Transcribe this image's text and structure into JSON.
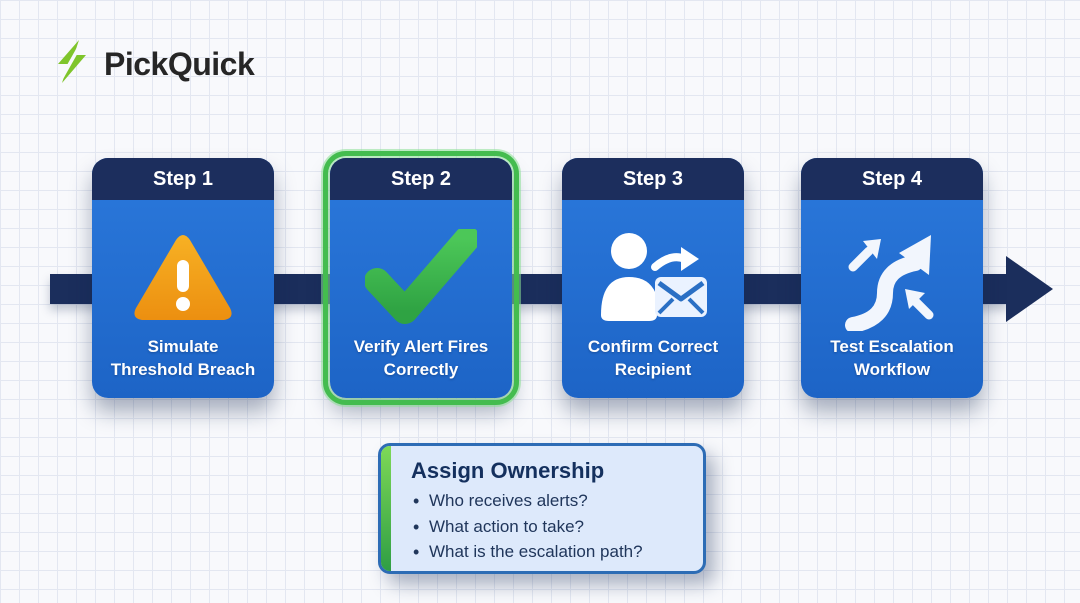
{
  "logo": {
    "text": "PickQuick"
  },
  "steps": [
    {
      "header": "Step 1",
      "label": "Simulate Threshold Breach",
      "icon": "warning-triangle-icon",
      "highlighted": false
    },
    {
      "header": "Step 2",
      "label": "Verify Alert Fires Correctly",
      "icon": "checkmark-icon",
      "highlighted": true
    },
    {
      "header": "Step 3",
      "label": "Confirm Correct Recipient",
      "icon": "recipient-mail-icon",
      "highlighted": false
    },
    {
      "header": "Step 4",
      "label": "Test Escalation Workflow",
      "icon": "escalation-arrows-icon",
      "highlighted": false
    }
  ],
  "callout": {
    "title": "Assign Ownership",
    "bullets": [
      "Who receives alerts?",
      "What action to take?",
      "What is the escalation path?"
    ]
  },
  "colors": {
    "navy": "#1b2e5c",
    "card_blue": "#2170d2",
    "highlight_green": "#44bc4f",
    "warning_orange": "#f2a71b",
    "logo_green": "#7fc52b",
    "callout_bg": "#dde9fb",
    "callout_border": "#2d6cb5"
  }
}
